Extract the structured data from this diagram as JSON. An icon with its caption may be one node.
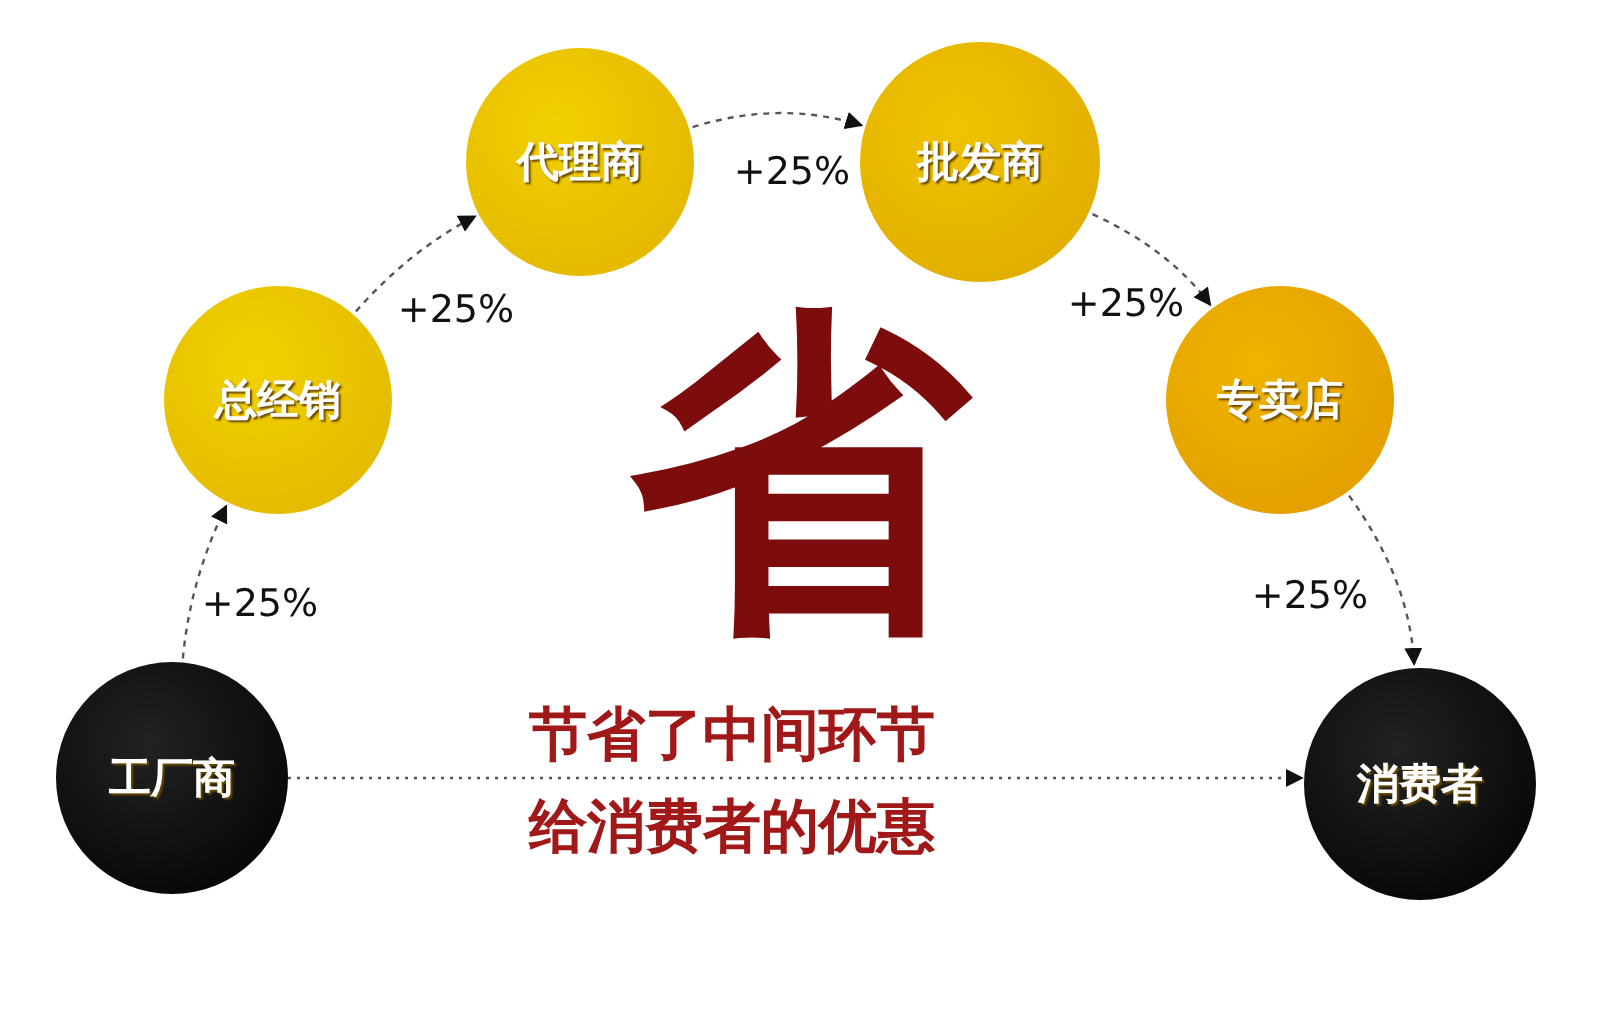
{
  "diagram": {
    "nodes": [
      {
        "text": [
          "工厂商"
        ]
      },
      {
        "text": [
          "总经销"
        ]
      },
      {
        "text": [
          "代理商"
        ]
      },
      {
        "text": [
          "批发商"
        ]
      },
      {
        "text": [
          "专卖店"
        ]
      },
      {
        "text": [
          "消费者"
        ]
      }
    ],
    "edges": [
      {
        "from": 0,
        "to": 1,
        "arrow": "to",
        "label": "+25%",
        "style": "dashed"
      },
      {
        "from": 1,
        "to": 2,
        "arrow": "to",
        "label": "+25%",
        "style": "dashed"
      },
      {
        "from": 2,
        "to": 3,
        "arrow": "to",
        "label": "+25%",
        "style": "dashed"
      },
      {
        "from": 3,
        "to": 4,
        "arrow": "to",
        "label": "+25%",
        "style": "dashed"
      },
      {
        "from": 4,
        "to": 5,
        "arrow": "to",
        "label": "+25%",
        "style": "dashed"
      },
      {
        "from": 0,
        "to": 5,
        "arrow": "to",
        "style": "dashed"
      }
    ],
    "labels": [
      "省",
      "节省了中间环节",
      "给消费者的优惠"
    ]
  }
}
